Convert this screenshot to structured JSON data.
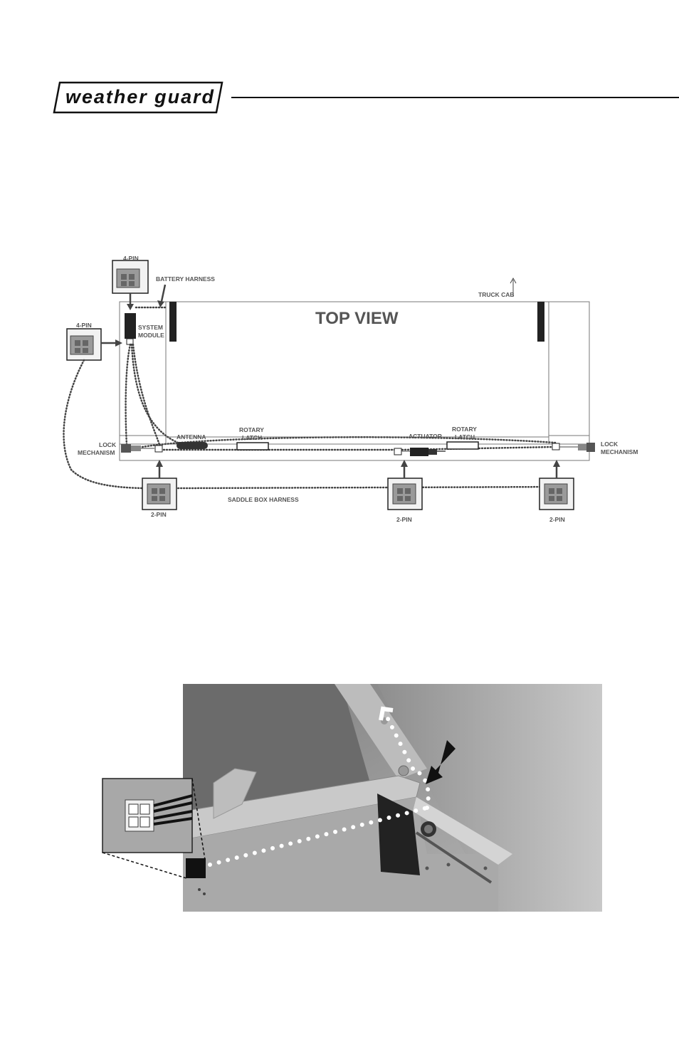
{
  "header": {
    "brand": "weather guard"
  },
  "diagram": {
    "title": "TOP VIEW",
    "labels": {
      "truck_cab": "TRUCK CAB",
      "pin4_top": "4-PIN",
      "pin4_left": "4-PIN",
      "battery_harness": "BATTERY HARNESS",
      "system_module_1": "SYSTEM",
      "system_module_2": "MODULE",
      "lock_mechanism_left_1": "LOCK",
      "lock_mechanism_left_2": "MECHANISM",
      "antenna": "ANTENNA",
      "rotary_latch_left_1": "ROTARY",
      "rotary_latch_left_2": "LATCH",
      "actuator": "ACTUATOR",
      "rotary_latch_right_1": "ROTARY",
      "rotary_latch_right_2": "LATCH",
      "lock_mechanism_right_1": "LOCK",
      "lock_mechanism_right_2": "MECHANISM",
      "saddle_box_harness": "SADDLE BOX HARNESS",
      "pin2_left": "2-PIN",
      "pin2_middle": "2-PIN",
      "pin2_right": "2-PIN"
    }
  },
  "colors": {
    "line": "#444444",
    "panel": "#8a8a8a"
  }
}
